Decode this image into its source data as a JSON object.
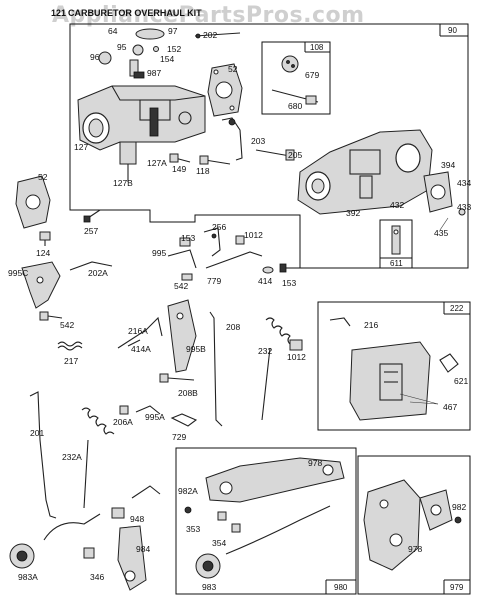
{
  "watermark": "AppliancePartsPros.com",
  "title_ref": "121",
  "title_text": "CARBURETOR OVERHAUL KIT",
  "boxes": {
    "main": "90",
    "b108": "108",
    "b611": "611",
    "b222": "222",
    "b980": "980",
    "b979": "979"
  },
  "labels": {
    "p64": "64",
    "p97": "97",
    "p95": "95",
    "p152": "152",
    "p96": "96",
    "p154": "154",
    "p987": "987",
    "p202": "202",
    "p52a": "52",
    "p679": "679",
    "p680": "680",
    "p127": "127",
    "p127a": "127A",
    "p127b": "127B",
    "p149": "149",
    "p118": "118",
    "p203": "203",
    "p205": "205",
    "p394": "394",
    "p434": "434",
    "p433": "433",
    "p392": "392",
    "p432": "432",
    "p435": "435",
    "p52b": "52",
    "p257": "257",
    "p124": "124",
    "p995c": "995C",
    "p202a": "202A",
    "p542a": "542",
    "p217": "217",
    "p153a": "153",
    "p256": "256",
    "p1012a": "1012",
    "p995": "995",
    "p542b": "542",
    "p779": "779",
    "p414": "414",
    "p153b": "153",
    "p216a": "216A",
    "p414a": "414A",
    "p995b": "995B",
    "p208": "208",
    "p232": "232",
    "p1012b": "1012",
    "p216": "216",
    "p621": "621",
    "p467": "467",
    "p208b": "208B",
    "p206a": "206A",
    "p995a": "995A",
    "p729": "729",
    "p201": "201",
    "p232a": "232A",
    "p948": "948",
    "p984": "984",
    "p983a": "983A",
    "p346": "346",
    "p978a": "978",
    "p982a": "982A",
    "p353": "353",
    "p354": "354",
    "p983": "983",
    "p982": "982",
    "p978b": "978"
  }
}
